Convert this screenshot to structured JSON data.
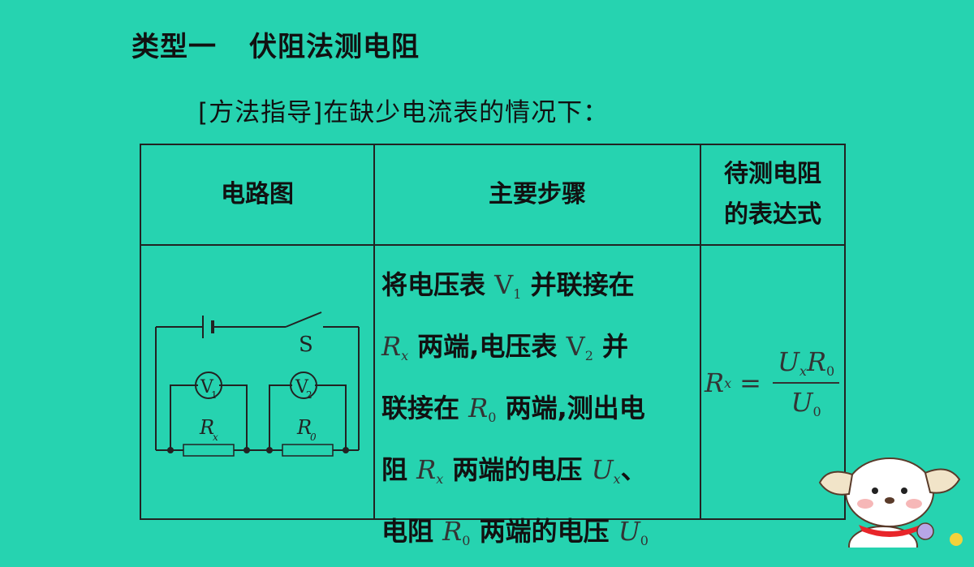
{
  "title": {
    "type": "类型一",
    "topic": "伏阻法测电阻"
  },
  "subtitle": "[方法指导]在缺少电流表的情况下：",
  "table": {
    "headers": {
      "col1": "电路图",
      "col2": "主要步骤",
      "col3_line1": "待测电阻",
      "col3_line2": "的表达式"
    },
    "steps": {
      "l1": "将电压表",
      "v1": "V",
      "v1_sub": "1",
      "l1b": "并联接在",
      "rx": "R",
      "rx_sub": "x",
      "l2": "两端,电压表",
      "v2": "V",
      "v2_sub": "2",
      "l2b": "并",
      "l3": "联接在",
      "r0": "R",
      "r0_sub": "0",
      "l3b": "两端,测出电",
      "l4": "阻",
      "l4b": "两端的电压",
      "ux": "U",
      "ux_sub": "x",
      "l4c": "、",
      "l5": "电阻",
      "l5b": "两端的电压",
      "u0": "U",
      "u0_sub": "0"
    },
    "formula": {
      "lhs": "R",
      "lhs_sub": "x",
      "eq": "=",
      "num_a": "U",
      "num_a_sub": "x",
      "num_b": "R",
      "num_b_sub": "0",
      "den": "U",
      "den_sub": "0"
    }
  },
  "circuit": {
    "switch_label": "S",
    "v1_label": "V",
    "v1_sub": "1",
    "v2_label": "V",
    "v2_sub": "2",
    "rx_label": "R",
    "rx_sub": "x",
    "r0_label": "R",
    "r0_sub": "0"
  },
  "colors": {
    "background": "#26d3b0",
    "dog_collar": "#e8252a"
  }
}
